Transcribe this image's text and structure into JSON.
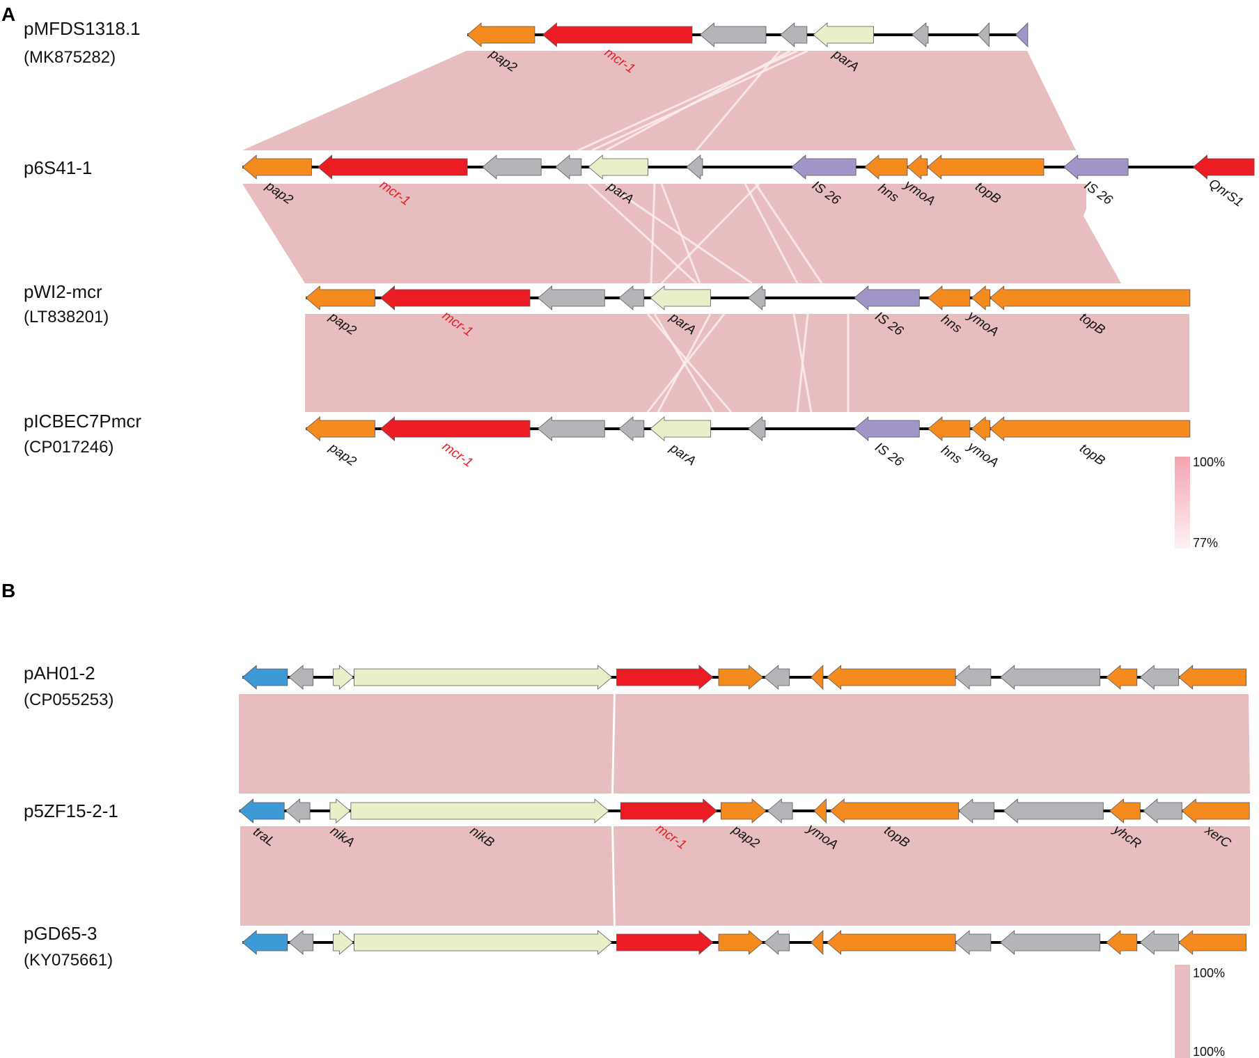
{
  "panels": [
    {
      "letter": "A",
      "plasmids": [
        {
          "name": "pMFDS1318.1",
          "accession": "(MK875282)"
        },
        {
          "name": "p6S41-1",
          "accession": ""
        },
        {
          "name": "pWI2-mcr",
          "accession": "(LT838201)"
        },
        {
          "name": "pICBEC7Pmcr",
          "accession": "(CP017246)"
        }
      ],
      "scale": {
        "max_label": "100%",
        "min_label": "77%"
      }
    },
    {
      "letter": "B",
      "plasmids": [
        {
          "name": "pAH01-2",
          "accession": "(CP055253)"
        },
        {
          "name": "p5ZF15-2-1",
          "accession": ""
        },
        {
          "name": "pGD65-3",
          "accession": "(KY075661)"
        }
      ],
      "scale": {
        "max_label": "100%",
        "min_label": "100%"
      }
    }
  ],
  "colors": {
    "orange": "#F58A1F",
    "red": "#EC1C24",
    "gray": "#B4B5B8",
    "pale": "#E7F0C9",
    "purple": "#A195C8",
    "blue": "#3D9AD6",
    "identity": "#E8BDBF",
    "backbone": "#000000",
    "mcr_label": "#E31E24"
  },
  "tracks": {
    "A1": [
      {
        "from": 582,
        "to": 666,
        "color": "orange",
        "label": "pap2"
      },
      {
        "from": 676,
        "to": 862,
        "color": "red",
        "label": "mcr-1"
      },
      {
        "from": 872,
        "to": 954,
        "color": "gray"
      },
      {
        "from": 972,
        "to": 1005,
        "color": "gray"
      },
      {
        "from": 1013,
        "to": 1088,
        "color": "pale",
        "label": "parA"
      },
      {
        "from": 1136,
        "to": 1156,
        "color": "gray"
      },
      {
        "from": 1218,
        "to": 1232,
        "color": "gray"
      },
      {
        "from": 1265,
        "to": 1280,
        "color": "purple"
      }
    ],
    "A2": [
      {
        "from": 302,
        "to": 388,
        "color": "orange",
        "label": "pap2"
      },
      {
        "from": 396,
        "to": 582,
        "color": "red",
        "label": "mcr-1"
      },
      {
        "from": 601,
        "to": 674,
        "color": "gray"
      },
      {
        "from": 692,
        "to": 724,
        "color": "gray"
      },
      {
        "from": 733,
        "to": 807,
        "color": "pale",
        "label": "parA"
      },
      {
        "from": 855,
        "to": 875,
        "color": "gray"
      },
      {
        "from": 986,
        "to": 1066,
        "color": "purple",
        "label": "IS 26"
      },
      {
        "from": 1077,
        "to": 1130,
        "color": "orange",
        "label": "hns"
      },
      {
        "from": 1130,
        "to": 1155,
        "color": "orange",
        "label": "ymoA"
      },
      {
        "from": 1155,
        "to": 1300,
        "color": "orange",
        "label": "topB"
      },
      {
        "from": 1325,
        "to": 1405,
        "color": "purple",
        "label": "IS 26"
      },
      {
        "from": 1486,
        "to": 1562,
        "color": "red",
        "label": "QnrS1"
      }
    ],
    "A3": [
      {
        "from": 381,
        "to": 467,
        "color": "orange",
        "label": "pap2"
      },
      {
        "from": 474,
        "to": 660,
        "color": "red",
        "label": "mcr-1"
      },
      {
        "from": 670,
        "to": 753,
        "color": "gray"
      },
      {
        "from": 771,
        "to": 802,
        "color": "gray"
      },
      {
        "from": 810,
        "to": 885,
        "color": "pale",
        "label": "parA"
      },
      {
        "from": 932,
        "to": 953,
        "color": "gray"
      },
      {
        "from": 1064,
        "to": 1145,
        "color": "purple",
        "label": "IS 26"
      },
      {
        "from": 1156,
        "to": 1208,
        "color": "orange",
        "label": "hns"
      },
      {
        "from": 1210,
        "to": 1233,
        "color": "orange",
        "label": "ymoA"
      },
      {
        "from": 1233,
        "to": 1482,
        "color": "orange",
        "label": "topB"
      }
    ],
    "A4": [
      {
        "from": 381,
        "to": 467,
        "color": "orange",
        "label": "pap2"
      },
      {
        "from": 474,
        "to": 660,
        "color": "red",
        "label": "mcr-1"
      },
      {
        "from": 670,
        "to": 753,
        "color": "gray"
      },
      {
        "from": 771,
        "to": 802,
        "color": "gray"
      },
      {
        "from": 810,
        "to": 885,
        "color": "pale",
        "label": "parA"
      },
      {
        "from": 932,
        "to": 953,
        "color": "gray"
      },
      {
        "from": 1064,
        "to": 1145,
        "color": "purple",
        "label": "IS 26"
      },
      {
        "from": 1156,
        "to": 1208,
        "color": "orange",
        "label": "hns"
      },
      {
        "from": 1210,
        "to": 1233,
        "color": "orange",
        "label": "ymoA"
      },
      {
        "from": 1233,
        "to": 1482,
        "color": "orange",
        "label": "topB"
      }
    ],
    "B1": [
      {
        "from": 302,
        "to": 358,
        "color": "blue"
      },
      {
        "from": 360,
        "to": 390,
        "color": "gray"
      },
      {
        "from": 415,
        "to": 440,
        "color": "pale",
        "dir": "fwd"
      },
      {
        "from": 441,
        "to": 762,
        "color": "pale",
        "dir": "fwd"
      },
      {
        "from": 768,
        "to": 888,
        "color": "red",
        "dir": "fwd"
      },
      {
        "from": 895,
        "to": 950,
        "color": "orange",
        "dir": "fwd"
      },
      {
        "from": 952,
        "to": 983,
        "color": "gray"
      },
      {
        "from": 1010,
        "to": 1025,
        "color": "orange"
      },
      {
        "from": 1030,
        "to": 1190,
        "color": "orange"
      },
      {
        "from": 1190,
        "to": 1234,
        "color": "gray"
      },
      {
        "from": 1246,
        "to": 1370,
        "color": "gray"
      },
      {
        "from": 1378,
        "to": 1416,
        "color": "orange"
      },
      {
        "from": 1420,
        "to": 1468,
        "color": "gray"
      },
      {
        "from": 1468,
        "to": 1552,
        "color": "orange"
      }
    ],
    "B2": [
      {
        "from": 298,
        "to": 354,
        "color": "blue",
        "label": "traL"
      },
      {
        "from": 356,
        "to": 386,
        "color": "gray"
      },
      {
        "from": 411,
        "to": 436,
        "color": "pale",
        "dir": "fwd",
        "label": "nikA"
      },
      {
        "from": 437,
        "to": 758,
        "color": "pale",
        "dir": "fwd",
        "label": "nikB"
      },
      {
        "from": 773,
        "to": 893,
        "color": "red",
        "dir": "fwd",
        "label": "mcr-1"
      },
      {
        "from": 898,
        "to": 954,
        "color": "orange",
        "dir": "fwd",
        "label": "pap2"
      },
      {
        "from": 956,
        "to": 987,
        "color": "gray"
      },
      {
        "from": 1014,
        "to": 1029,
        "color": "orange",
        "label": "ymoA"
      },
      {
        "from": 1034,
        "to": 1194,
        "color": "orange",
        "label": "topB"
      },
      {
        "from": 1194,
        "to": 1238,
        "color": "gray"
      },
      {
        "from": 1250,
        "to": 1374,
        "color": "gray"
      },
      {
        "from": 1382,
        "to": 1420,
        "color": "orange",
        "label": "yhcR"
      },
      {
        "from": 1424,
        "to": 1472,
        "color": "gray"
      },
      {
        "from": 1472,
        "to": 1556,
        "color": "orange",
        "label": "xerC"
      }
    ],
    "B3": [
      {
        "from": 302,
        "to": 358,
        "color": "blue"
      },
      {
        "from": 360,
        "to": 390,
        "color": "gray"
      },
      {
        "from": 415,
        "to": 440,
        "color": "pale",
        "dir": "fwd"
      },
      {
        "from": 441,
        "to": 762,
        "color": "pale",
        "dir": "fwd"
      },
      {
        "from": 768,
        "to": 888,
        "color": "red",
        "dir": "fwd"
      },
      {
        "from": 895,
        "to": 950,
        "color": "orange",
        "dir": "fwd"
      },
      {
        "from": 952,
        "to": 983,
        "color": "gray"
      },
      {
        "from": 1010,
        "to": 1025,
        "color": "orange"
      },
      {
        "from": 1030,
        "to": 1190,
        "color": "orange"
      },
      {
        "from": 1190,
        "to": 1234,
        "color": "gray"
      },
      {
        "from": 1246,
        "to": 1370,
        "color": "gray"
      },
      {
        "from": 1378,
        "to": 1416,
        "color": "orange"
      },
      {
        "from": 1420,
        "to": 1468,
        "color": "gray"
      },
      {
        "from": 1468,
        "to": 1552,
        "color": "orange"
      }
    ]
  }
}
